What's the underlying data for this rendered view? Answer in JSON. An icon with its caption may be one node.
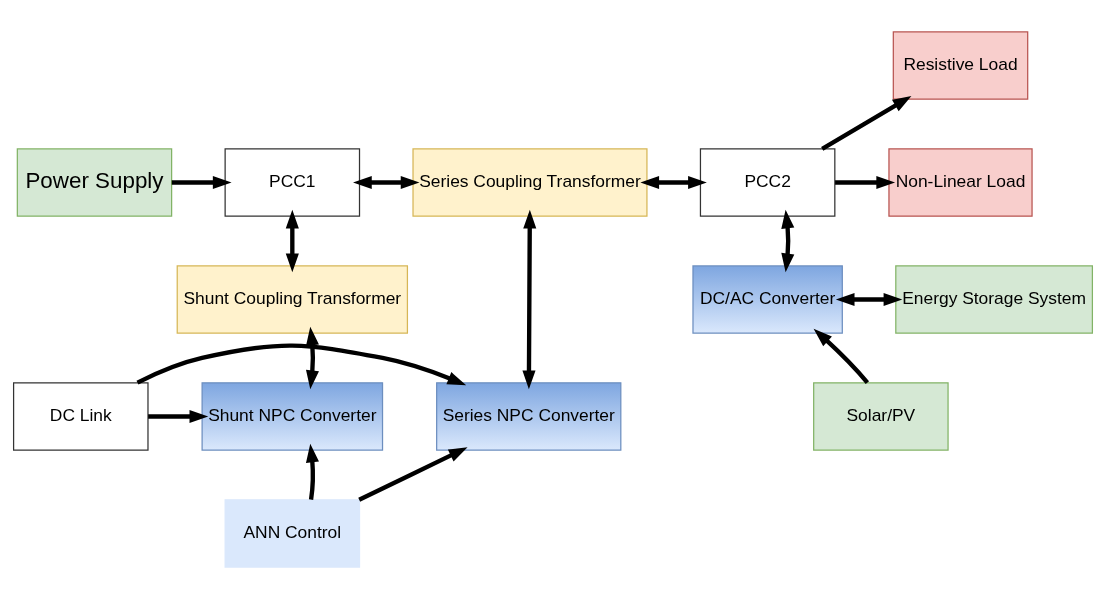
{
  "diagram": {
    "nodes": [
      {
        "text": [
          "Power Supply"
        ]
      },
      {
        "text": [
          "PCC1"
        ]
      },
      {
        "text": [
          "Series Coupling Transformer"
        ]
      },
      {
        "text": [
          "PCC2"
        ]
      },
      {
        "text": [
          "Resistive Load"
        ]
      },
      {
        "text": [
          "Non-Linear Load"
        ]
      },
      {
        "text": [
          "Shunt Coupling Transformer"
        ]
      },
      {
        "text": [
          "DC/AC Converter"
        ]
      },
      {
        "text": [
          "Energy Storage System"
        ]
      },
      {
        "text": [
          "Shunt NPC Converter"
        ]
      },
      {
        "text": [
          "DC Link"
        ]
      },
      {
        "text": [
          "Series NPC Converter"
        ]
      },
      {
        "text": [
          "Solar/PV"
        ]
      },
      {
        "text": [
          "ANN Control"
        ]
      }
    ],
    "edges": [
      {
        "from": 0,
        "to": 1,
        "arrow": "to"
      },
      {
        "from": 1,
        "to": 2,
        "arrow": "both"
      },
      {
        "from": 2,
        "to": 3,
        "arrow": "both"
      },
      {
        "from": 3,
        "to": 4,
        "arrow": "to"
      },
      {
        "from": 3,
        "to": 5,
        "arrow": "to"
      },
      {
        "from": 1,
        "to": 6,
        "arrow": "both"
      },
      {
        "from": 3,
        "to": 7,
        "arrow": "both"
      },
      {
        "from": 6,
        "to": 9,
        "arrow": "both"
      },
      {
        "from": 2,
        "to": 11,
        "arrow": "both"
      },
      {
        "from": 7,
        "to": 8,
        "arrow": "both"
      },
      {
        "from": 10,
        "to": 9,
        "arrow": "to"
      },
      {
        "from": 10,
        "to": 11,
        "arrow": "to"
      },
      {
        "from": 12,
        "to": 7,
        "arrow": "to"
      },
      {
        "from": 13,
        "to": 9,
        "arrow": "to"
      },
      {
        "from": 13,
        "to": 11,
        "arrow": "to"
      }
    ]
  }
}
